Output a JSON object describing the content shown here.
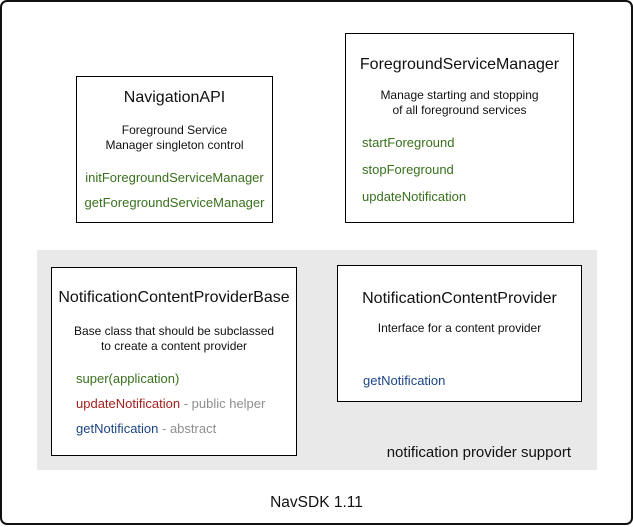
{
  "page": {
    "footer_label": "NavSDK 1.11"
  },
  "colors": {
    "method_green": "#38701d",
    "method_red": "#a3201d",
    "method_blue": "#1c4587",
    "annotation_gray": "#8e8e8e",
    "group_background": "#e9e9e9",
    "box_border": "#000000"
  },
  "group": {
    "label": "notification provider support"
  },
  "boxes": {
    "navigation_api": {
      "title": "NavigationAPI",
      "description_lines": [
        "Foreground Service",
        "Manager singleton control"
      ],
      "methods": [
        {
          "name": "initForegroundServiceManager",
          "color": "#38701d",
          "suffix": ""
        },
        {
          "name": "getForegroundServiceManager",
          "color": "#38701d",
          "suffix": ""
        }
      ]
    },
    "foreground_service_manager": {
      "title": "ForegroundServiceManager",
      "description_lines": [
        "Manage starting and stopping",
        "of all foreground services"
      ],
      "methods": [
        {
          "name": "startForeground",
          "color": "#38701d",
          "suffix": ""
        },
        {
          "name": "stopForeground",
          "color": "#38701d",
          "suffix": ""
        },
        {
          "name": "updateNotification",
          "color": "#38701d",
          "suffix": ""
        }
      ]
    },
    "notification_content_provider_base": {
      "title": "NotificationContentProviderBase",
      "description_lines": [
        "Base class that should be subclassed",
        "to create a content provider"
      ],
      "methods": [
        {
          "name": "super(application)",
          "color": "#38701d",
          "suffix": ""
        },
        {
          "name": "updateNotification",
          "color": "#a3201d",
          "suffix": " - public helper"
        },
        {
          "name": "getNotification",
          "color": "#1c4587",
          "suffix": " - abstract"
        }
      ]
    },
    "notification_content_provider": {
      "title": "NotificationContentProvider",
      "description_lines": [
        "Interface for a content provider"
      ],
      "methods": [
        {
          "name": "getNotification",
          "color": "#1c4587",
          "suffix": ""
        }
      ]
    }
  }
}
